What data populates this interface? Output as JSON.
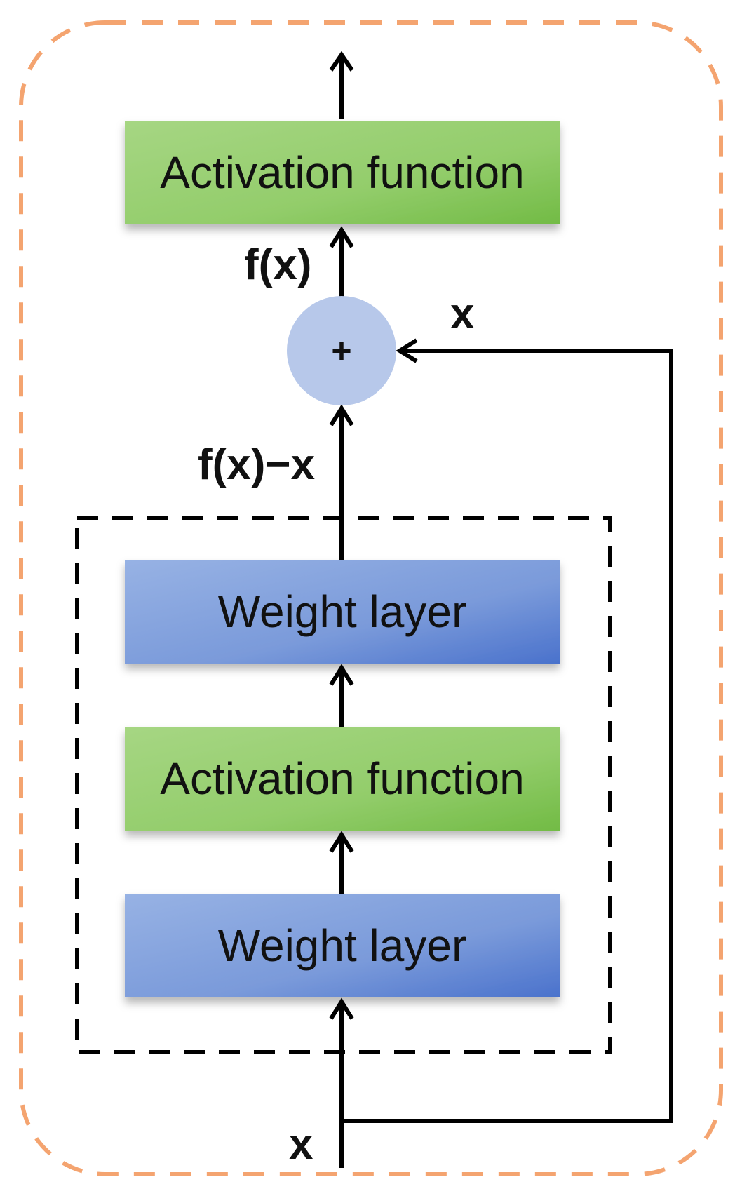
{
  "blocks": {
    "top_activation": "Activation function",
    "upper_weight": "Weight layer",
    "inner_activation": "Activation function",
    "lower_weight": "Weight layer"
  },
  "labels": {
    "output_fx": "f(x)",
    "residual_fx_minus_x": "f(x)−x",
    "skip_x": "x",
    "input_x": "x"
  },
  "add_node": {
    "symbol": "+"
  },
  "colors": {
    "outer_border": "#f4a470",
    "inner_border": "#000000",
    "activation_light": "#a2d47c",
    "activation_dark": "#74bd48",
    "weight_light": "#93aee2",
    "weight_dark": "#4d76cf",
    "add_node_fill": "#b7c8ea"
  }
}
